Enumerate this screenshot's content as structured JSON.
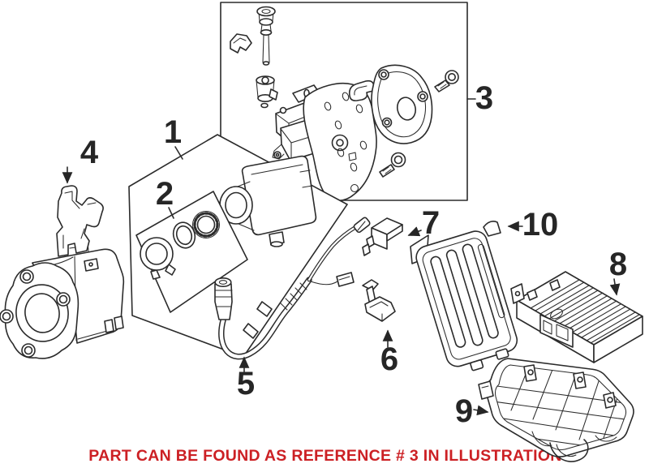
{
  "illustration": {
    "background_color": "#ffffff",
    "stroke_color": "#2b2b2b",
    "callouts": [
      {
        "label": "1"
      },
      {
        "label": "2"
      },
      {
        "label": "3"
      },
      {
        "label": "4"
      },
      {
        "label": "5"
      },
      {
        "label": "6"
      },
      {
        "label": "7"
      },
      {
        "label": "8"
      },
      {
        "label": "9"
      },
      {
        "label": "10"
      }
    ],
    "footer": {
      "text": "PART CAN BE FOUND AS REFERENCE # 3 IN ILLUSTRATION",
      "color": "#cc2024",
      "reference_number": "3"
    }
  }
}
